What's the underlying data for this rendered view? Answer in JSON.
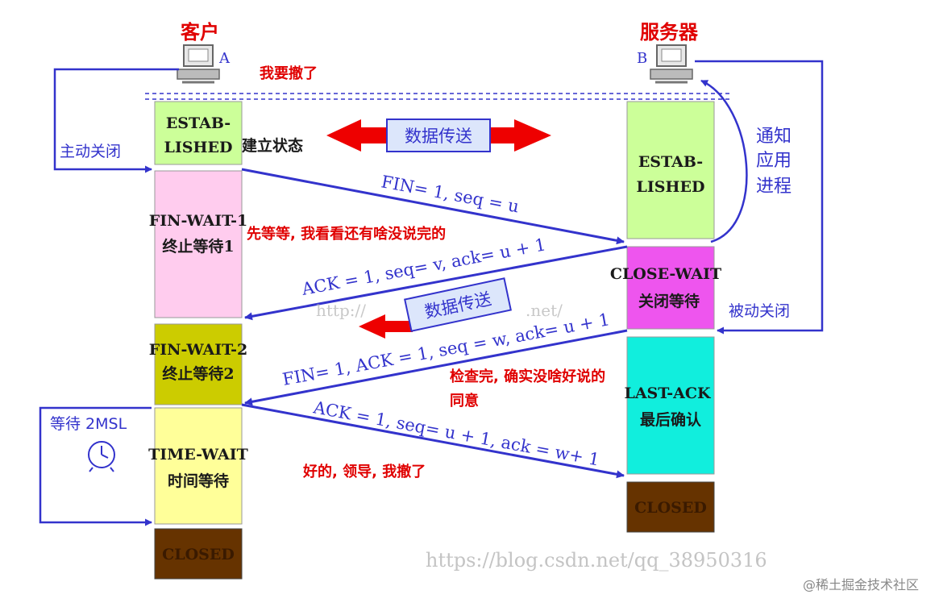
{
  "title_client": "客户",
  "title_server": "服务器",
  "host_a": "A",
  "host_b": "B",
  "active_close": "主动关闭",
  "passive_close": "被动关闭",
  "notify_app": [
    "通知",
    "应用",
    "进程"
  ],
  "wait_2msl": "等待 2MSL",
  "data_transfer": "数据传送",
  "client_states": {
    "established": [
      "ESTAB-",
      "LISHED"
    ],
    "established_cn": "建立状态",
    "fin_wait_1": [
      "FIN-WAIT-1",
      "终止等待1"
    ],
    "fin_wait_2": [
      "FIN-WAIT-2",
      "终止等待2"
    ],
    "time_wait": [
      "TIME-WAIT",
      "时间等待"
    ],
    "closed": "CLOSED"
  },
  "server_states": {
    "established": [
      "ESTAB-",
      "LISHED"
    ],
    "close_wait": [
      "CLOSE-WAIT",
      "关闭等待"
    ],
    "last_ack": [
      "LAST-ACK",
      "最后确认"
    ],
    "closed": "CLOSED"
  },
  "segments": {
    "fin1": "FIN= 1, seq = u",
    "ack1": "ACK = 1, seq= v, ack= u + 1",
    "fin2": "FIN= 1, ACK = 1, seq = w, ack= u + 1",
    "ack2": "ACK = 1, seq= u + 1, ack = w+ 1"
  },
  "notes": {
    "leaving": "我要撤了",
    "wait_check": "先等等, 我看看还有啥没说完的",
    "checked": "检查完, 确实没啥好说的",
    "agree": "同意",
    "ok_leave": "好的, 领导, 我撤了"
  },
  "watermarks": {
    "csdn_mid": "http://",
    "csdn_mid2": ".net/",
    "csdn": "https://blog.csdn.net/qq_38950316",
    "juejin": "@稀土掘金技术社区"
  },
  "colors": {
    "established": "#ccff99",
    "fin_wait_1": "#ffccee",
    "fin_wait_2": "#cccc00",
    "time_wait": "#ffff99",
    "closed": "#663300",
    "close_wait": "#ee55ee",
    "last_ack": "#11eedd",
    "arrow_blue": "#3333cc",
    "note_red": "#e00000"
  }
}
